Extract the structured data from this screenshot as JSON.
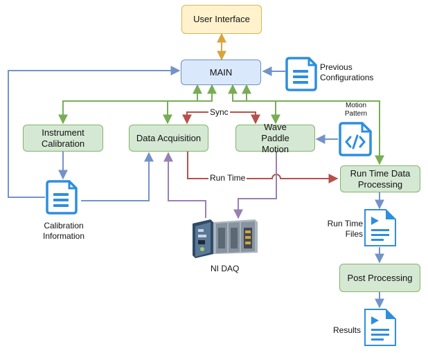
{
  "nodes": {
    "user_interface": "User Interface",
    "main": "MAIN",
    "instrument_calibration": "Instrument Calibration",
    "data_acquisition": "Data Acquisition",
    "wave_paddle_motion": "Wave Paddle Motion",
    "run_time_processing": "Run Time Data Processing",
    "post_processing": "Post Processing"
  },
  "labels": {
    "previous_configurations_1": "Previous",
    "previous_configurations_2": "Configurations",
    "motion_pattern_1": "Motion",
    "motion_pattern_2": "Pattern",
    "calibration_information_1": "Calibration",
    "calibration_information_2": "Information",
    "run_time_files_1": "Run Time",
    "run_time_files_2": "Files",
    "results": "Results",
    "ni_daq": "NI DAQ",
    "sync": "Sync",
    "run_time": "Run Time"
  },
  "colors": {
    "blue_arrow": "#7393c8",
    "green_arrow": "#77ad55",
    "red_arrow": "#b5514a",
    "purple_arrow": "#9a7fb5",
    "orange_arrow": "#d8a43d",
    "doc_icon": "#2e8ede"
  },
  "icons": [
    "document-icon",
    "code-file-icon",
    "run-file-icon",
    "daq-hardware-icon"
  ]
}
